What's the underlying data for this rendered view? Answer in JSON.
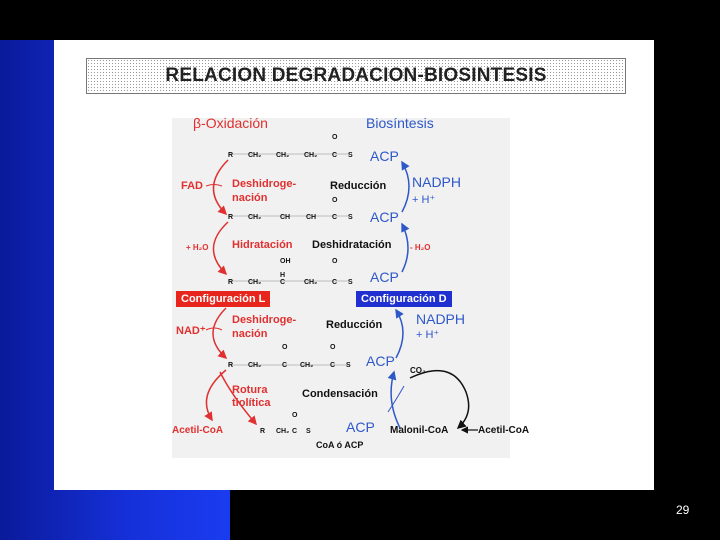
{
  "slide": {
    "title": "RELACION DEGRADACION-BIOSINTESIS",
    "page_number": "29"
  },
  "diagram": {
    "beta_oxidation_header": "β-Oxidación",
    "biosynthesis_header": "Biosíntesis",
    "acp": "ACP",
    "fad": "FAD",
    "dehydrogenation_1": "Deshidroge-",
    "dehydrogenation_2": "nación",
    "reduction": "Reducción",
    "nadph": "NADPH",
    "h_plus": "+ H⁺",
    "plus_h2o": "+ H₂O",
    "minus_h2o": "- H₂O",
    "hydration": "Hidratación",
    "dehydration": "Deshidratación",
    "config_l": "Configuración L",
    "config_d": "Configuración D",
    "nad_plus": "NAD⁺",
    "thiolytic_1": "Rotura",
    "thiolytic_2": "tiolítica",
    "condensation": "Condensación",
    "co2": "CO₂",
    "acetyl_coa": "Acetil-CoA",
    "malonyl_coa": "Malonil-CoA",
    "coa_or_acp": "CoA ó ACP",
    "chem_o": "O",
    "chem_oh": "OH",
    "chem_s": "S",
    "chem_r": "R",
    "chem_ch2": "CH₂",
    "chem_ch": "CH",
    "chem_c": "C",
    "chem_h": "H"
  },
  "colors": {
    "red": "#e03030",
    "blue": "#2e58c8",
    "config_l_bg": "#e8251c",
    "config_d_bg": "#1f2fd0"
  }
}
